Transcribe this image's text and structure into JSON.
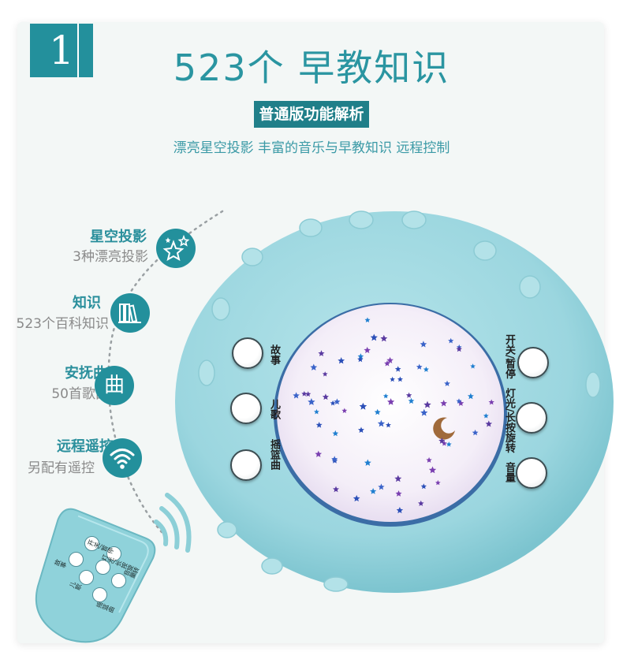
{
  "badge_number": "1",
  "title": "523个 早教知识",
  "version_badge": "普通版功能解析",
  "subtitle": "漂亮星空投影 丰富的音乐与早教知识 远程控制",
  "features": [
    {
      "title": "星空投影",
      "subtitle": "3种漂亮投影",
      "icon": "stars-icon"
    },
    {
      "title": "知识",
      "subtitle": "523个百科知识",
      "icon": "books-icon"
    },
    {
      "title": "安抚曲",
      "subtitle": "50首歌曲",
      "icon": "qu-character-icon",
      "icon_glyph": "曲"
    },
    {
      "title": "远程遥控",
      "subtitle": "另配有遥控",
      "icon": "wifi-icon"
    }
  ],
  "device": {
    "left_buttons": [
      "故事",
      "儿歌",
      "摇篮曲"
    ],
    "right_buttons": [
      "开关/暂停",
      "灯光/长按旋转",
      "音量"
    ]
  },
  "remote": {
    "labels": [
      "开关/暂停",
      "灯光/长按旋转",
      "故事",
      "儿歌",
      "摇篮曲",
      "音量"
    ]
  },
  "colors": {
    "accent": "#23909c",
    "title": "#2a95a1",
    "device_body": "#9fd8e0",
    "card_bg": "#f3f7f6"
  }
}
